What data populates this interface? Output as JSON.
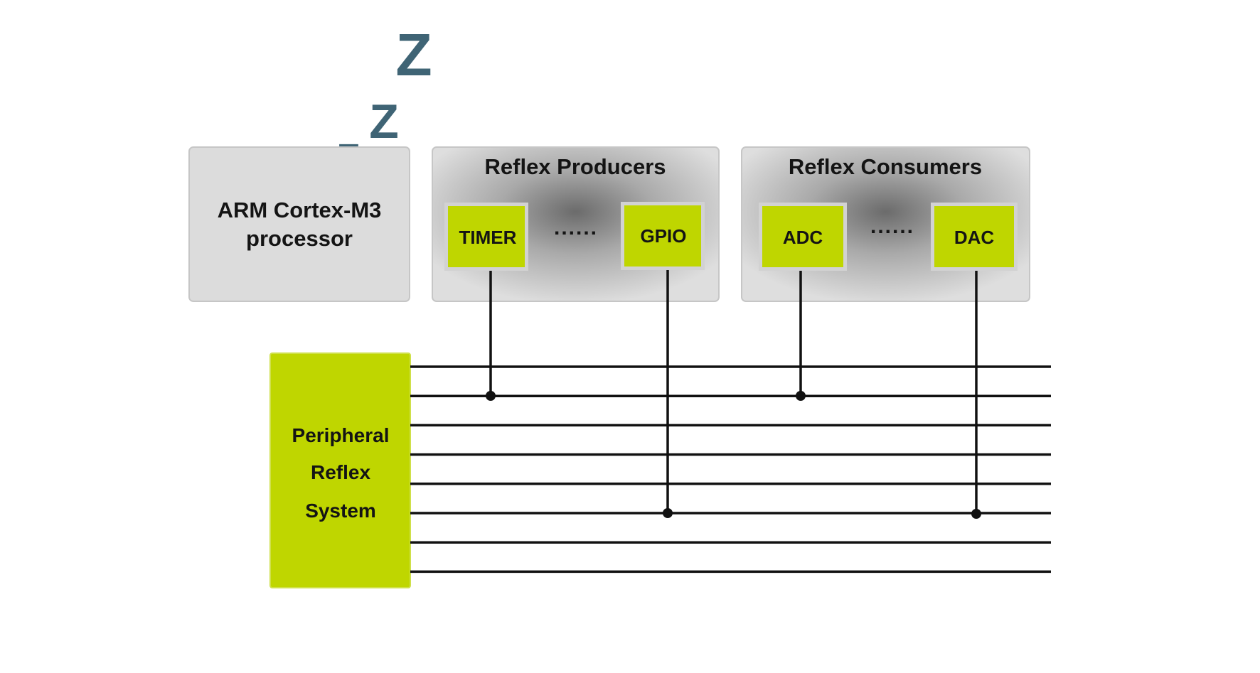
{
  "colors": {
    "accent_green": "#bfd600",
    "panel_gray": "#dcdcdc",
    "sleep_z": "#3f6475",
    "line": "#111111"
  },
  "processor": {
    "label_line1": "ARM Cortex-M3",
    "label_line2": "processor"
  },
  "sleep": {
    "z_large": "Z",
    "z_medium": "Z",
    "z_small": "Z"
  },
  "producers": {
    "title": "Reflex Producers",
    "left": "TIMER",
    "right": "GPIO",
    "ellipsis": "......"
  },
  "consumers": {
    "title": "Reflex Consumers",
    "left": "ADC",
    "right": "DAC",
    "ellipsis": "......"
  },
  "prs": {
    "line1": "Peripheral",
    "line2": "Reflex",
    "line3": "System",
    "channel_count": 8
  }
}
